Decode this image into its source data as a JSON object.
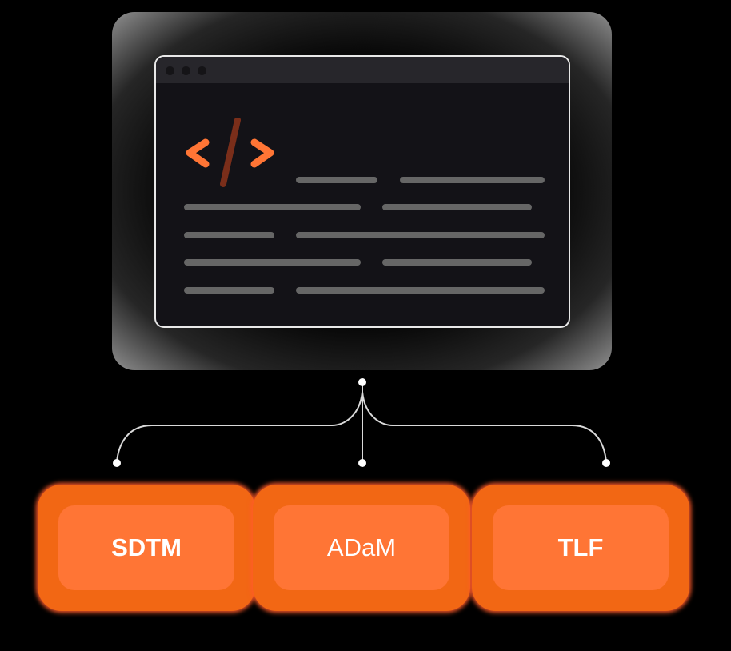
{
  "diagram": {
    "source": {
      "type": "code-editor-window",
      "icon": "code-brackets-icon",
      "window_dots": 3,
      "colors": {
        "window_bg": "#131217",
        "titlebar_bg": "#27262b",
        "border": "#e8e8e8",
        "bracket": "#ff7535",
        "slash": "#7a2e1a",
        "text_line": "#666666"
      }
    },
    "connector": {
      "type": "branching-tree",
      "branches": 3,
      "color": "#d9d9d9"
    },
    "outputs": [
      {
        "label": "SDTM",
        "weight": "bold"
      },
      {
        "label": "ADaM",
        "weight": "normal"
      },
      {
        "label": "TLF",
        "weight": "bold"
      }
    ],
    "colors": {
      "output_outer": "#f26714",
      "output_inner": "#ff7535",
      "output_text": "#ffffff"
    }
  }
}
